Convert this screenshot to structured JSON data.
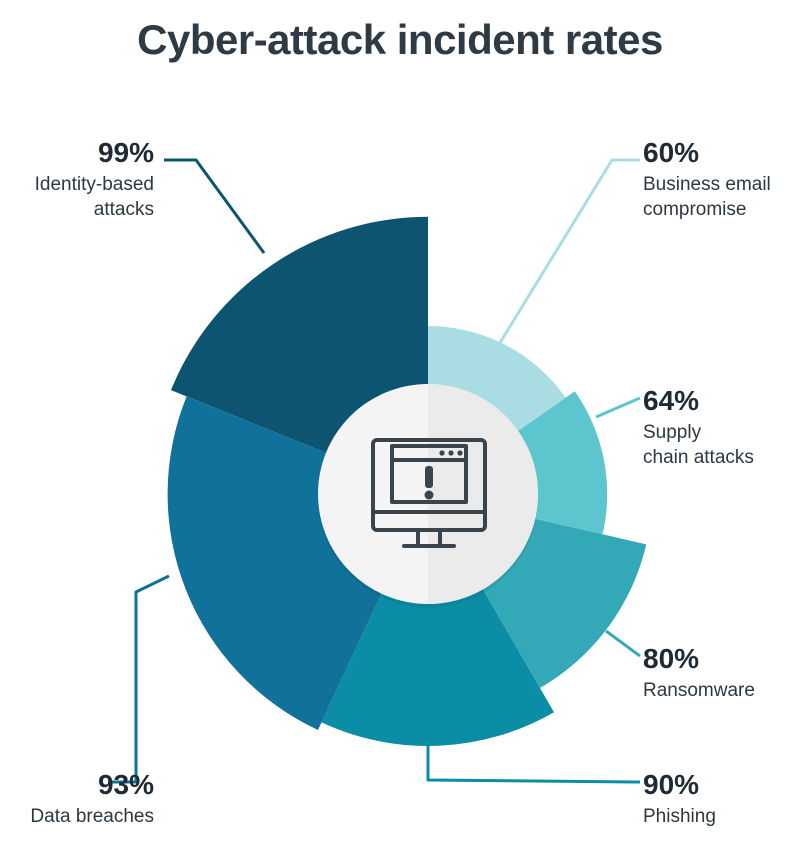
{
  "title": "Cyber-attack incident rates",
  "colors": {
    "background": "#ffffff",
    "title": "#2f3b44",
    "center_disc": "#f4f4f4",
    "icon": "#3a444c"
  },
  "center_icon": "monitor-alert-icon",
  "chart_data": {
    "type": "pie",
    "variant": "polar-area",
    "title": "Cyber-attack incident rates",
    "unit": "%",
    "categories": [
      "Business email compromise",
      "Supply chain attacks",
      "Ransomware",
      "Phishing",
      "Data breaches",
      "Identity-based attacks"
    ],
    "values": [
      60,
      64,
      80,
      90,
      93,
      99
    ],
    "segments": [
      {
        "label_lines": [
          "Business email",
          "compromise"
        ],
        "value": 60,
        "value_label": "60%",
        "color": "#a9dde3"
      },
      {
        "label_lines": [
          "Supply",
          "chain attacks"
        ],
        "value": 64,
        "value_label": "64%",
        "color": "#5cc5ce"
      },
      {
        "label_lines": [
          "Ransomware"
        ],
        "value": 80,
        "value_label": "80%",
        "color": "#33a9b8"
      },
      {
        "label_lines": [
          "Phishing"
        ],
        "value": 90,
        "value_label": "90%",
        "color": "#0b8da5"
      },
      {
        "label_lines": [
          "Data breaches"
        ],
        "value": 93,
        "value_label": "93%",
        "color": "#10719a"
      },
      {
        "label_lines": [
          "Identity-based",
          "attacks"
        ],
        "value": 99,
        "value_label": "99%",
        "color": "#0d5470"
      }
    ]
  }
}
